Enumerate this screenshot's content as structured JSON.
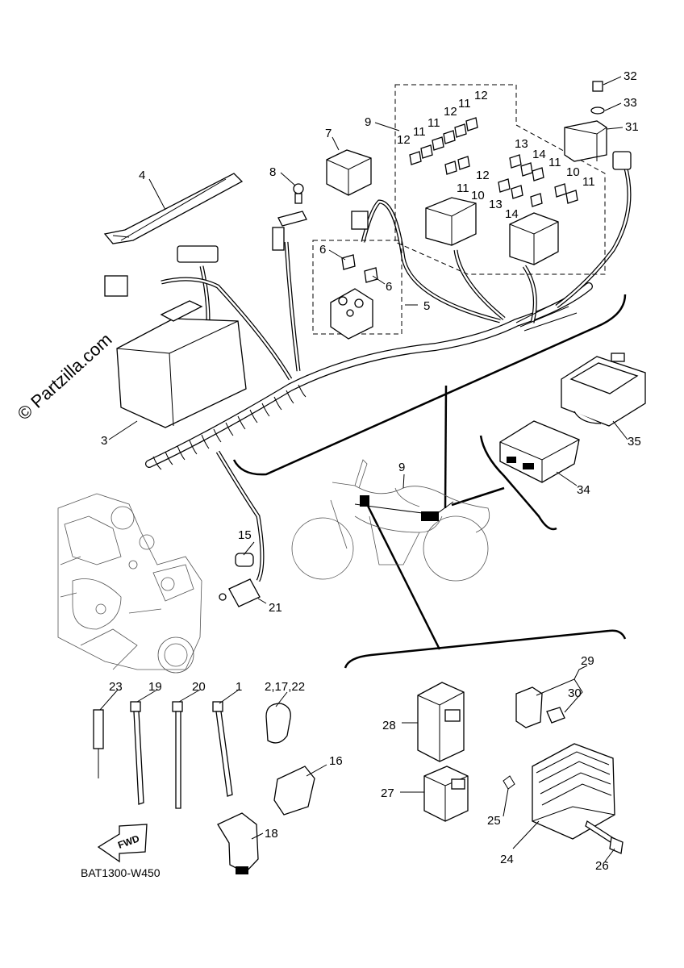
{
  "watermark": "© Partzilla.com",
  "diagram_code": "BAT1300-W450",
  "fwd_label": "FWD",
  "callouts": {
    "c1": "1",
    "c2_17_22": "2,17,22",
    "c3": "3",
    "c4": "4",
    "c5": "5",
    "c6a": "6",
    "c6b": "6",
    "c7": "7",
    "c8": "8",
    "c9a": "9",
    "c9b": "9",
    "c10a": "10",
    "c10b": "10",
    "c11a": "11",
    "c11b": "11",
    "c11c": "11",
    "c11d": "11",
    "c11e": "11",
    "c11f": "11",
    "c12a": "12",
    "c12b": "12",
    "c12c": "12",
    "c12d": "12",
    "c13a": "13",
    "c13b": "13",
    "c14a": "14",
    "c14b": "14",
    "c15": "15",
    "c16": "16",
    "c18": "18",
    "c19": "19",
    "c20": "20",
    "c21": "21",
    "c23": "23",
    "c24": "24",
    "c25": "25",
    "c26": "26",
    "c27": "27",
    "c28": "28",
    "c29": "29",
    "c30": "30",
    "c31": "31",
    "c32": "32",
    "c33": "33",
    "c34": "34",
    "c35": "35"
  }
}
